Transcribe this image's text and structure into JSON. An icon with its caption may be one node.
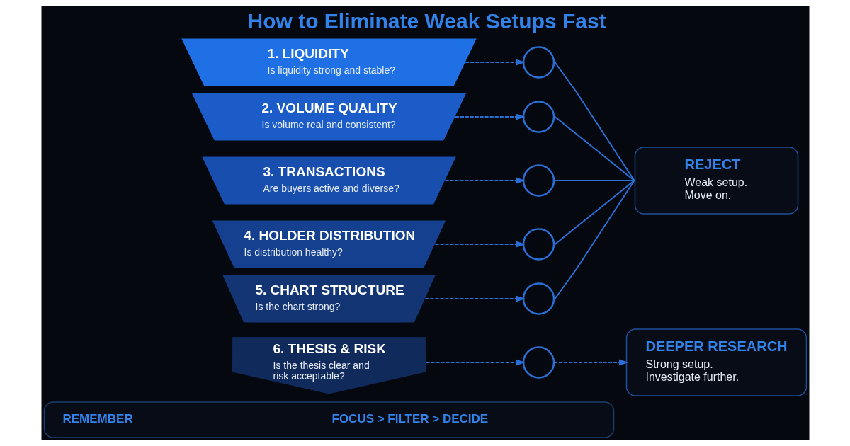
{
  "diagram": {
    "title": "How to Eliminate Weak Setups Fast",
    "nodes": [
      {
        "text": [
          "1. LIQUIDITY",
          "Is liquidity strong and stable?"
        ]
      },
      {
        "text": [
          "2. VOLUME QUALITY",
          "Is volume real and consistent?"
        ]
      },
      {
        "text": [
          "3. TRANSACTIONS",
          "Are buyers active and diverse?"
        ]
      },
      {
        "text": [
          "4. HOLDER DISTRIBUTION",
          "Is distribution healthy?"
        ]
      },
      {
        "text": [
          "5. CHART STRUCTURE",
          "Is the chart strong?"
        ]
      },
      {
        "text": [
          "6. THESIS & RISK",
          "Is the thesis clear and risk acceptable?"
        ]
      },
      {
        "text": [],
        "shape": "circle"
      },
      {
        "text": [],
        "shape": "circle"
      },
      {
        "text": [],
        "shape": "circle"
      },
      {
        "text": [],
        "shape": "circle"
      },
      {
        "text": [],
        "shape": "circle"
      },
      {
        "text": [],
        "shape": "circle"
      },
      {
        "text": [
          "REJECT",
          "Weak setup. Move on."
        ]
      },
      {
        "text": [
          "DEEPER RESEARCH",
          "Strong setup. Investigate further."
        ]
      },
      {
        "text": [
          "REMEMBER",
          "FOCUS > FILTER > DECIDE"
        ]
      }
    ],
    "edges": [
      {
        "from": 0,
        "to": 6,
        "arrow": "to",
        "style": "dashed"
      },
      {
        "from": 1,
        "to": 7,
        "arrow": "to",
        "style": "dashed"
      },
      {
        "from": 2,
        "to": 8,
        "arrow": "to",
        "style": "dashed"
      },
      {
        "from": 3,
        "to": 9,
        "arrow": "to",
        "style": "dashed"
      },
      {
        "from": 4,
        "to": 10,
        "arrow": "to",
        "style": "dashed"
      },
      {
        "from": 5,
        "to": 11,
        "arrow": "to",
        "style": "dashed"
      },
      {
        "from": 6,
        "to": 12,
        "arrow": "none"
      },
      {
        "from": 7,
        "to": 12,
        "arrow": "none"
      },
      {
        "from": 8,
        "to": 12,
        "arrow": "none"
      },
      {
        "from": 9,
        "to": 12,
        "arrow": "none"
      },
      {
        "from": 10,
        "to": 12,
        "arrow": "none"
      },
      {
        "from": 11,
        "to": 13,
        "arrow": "to",
        "style": "dashed"
      }
    ]
  }
}
